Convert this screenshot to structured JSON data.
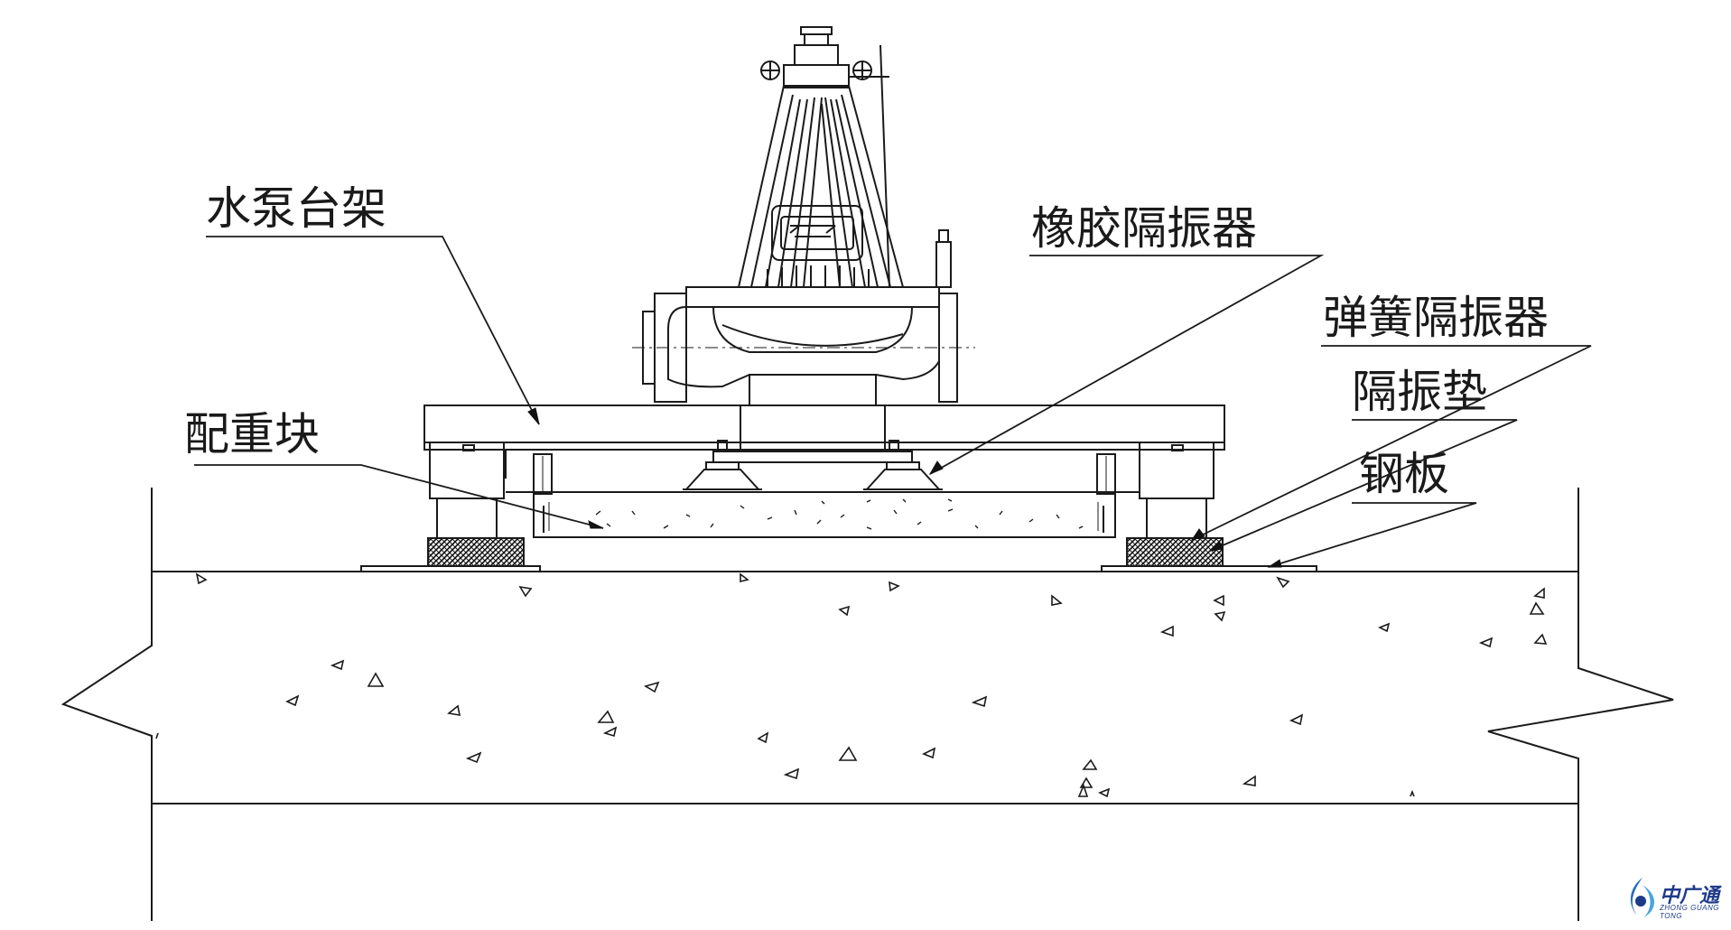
{
  "labels": {
    "pump_frame": "水泵台架",
    "rubber_isolator": "橡胶隔振器",
    "spring_isolator": "弹簧隔振器",
    "isolation_pad": "隔振垫",
    "steel_plate": "钢板",
    "counterweight": "配重块"
  },
  "logo": {
    "name": "中广通",
    "subtitle": "ZHONG GUANG TONG",
    "color": "#1e3a8a"
  }
}
